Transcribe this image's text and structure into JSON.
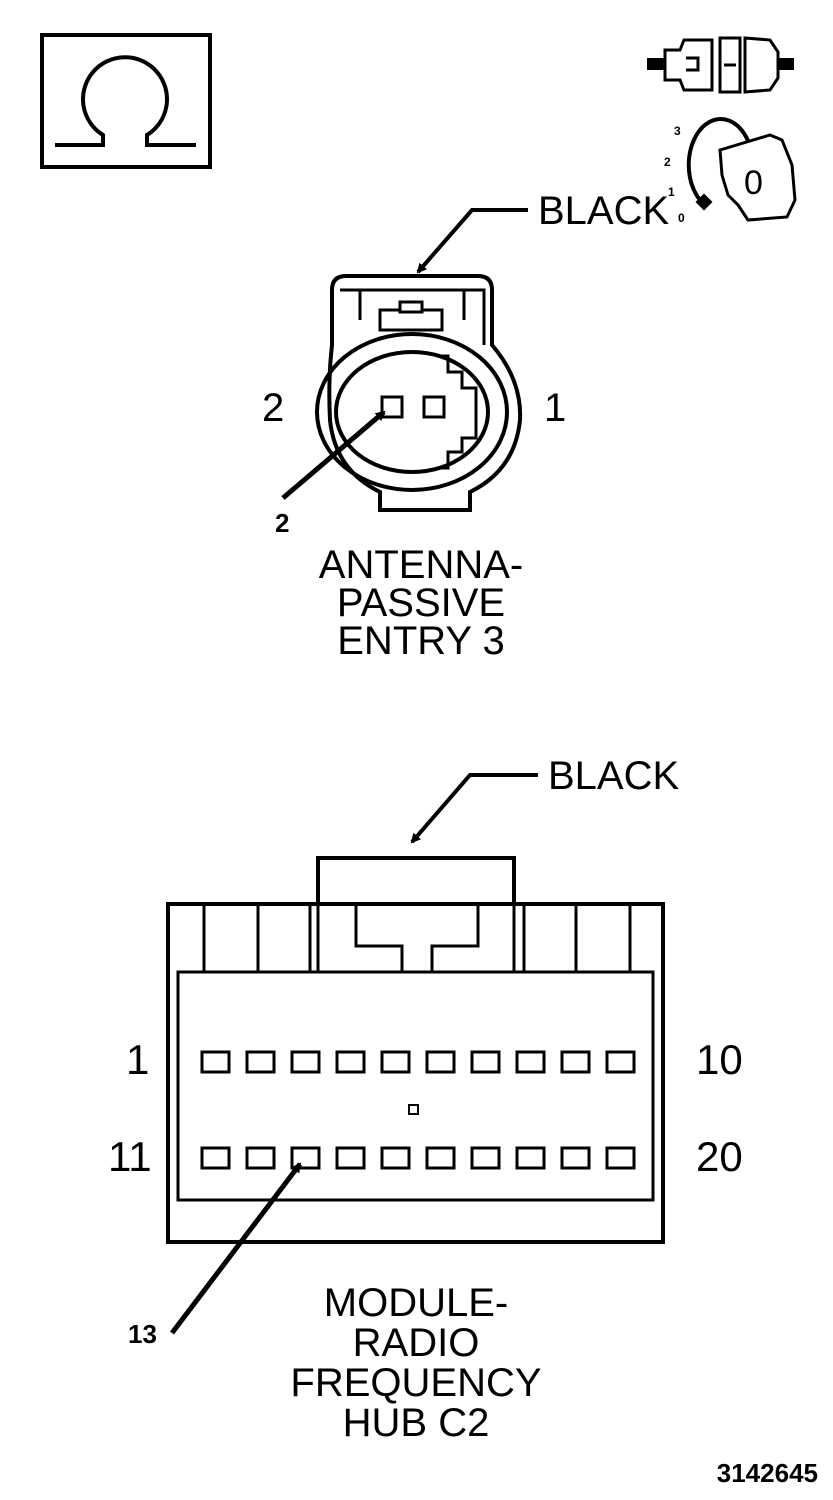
{
  "icons": {
    "ohm_symbol": "ohm-icon",
    "connector_symbol": "disconnected-connector-icon",
    "ignition_key_symbol": "ignition-key-icon",
    "key_positions": [
      "3",
      "2",
      "1",
      "0"
    ],
    "key_label": "0"
  },
  "connector_top": {
    "color_label": "BLACK",
    "pin_left": "2",
    "pin_right": "1",
    "callout_pin": "2",
    "name_lines": [
      "ANTENNA-",
      "PASSIVE",
      "ENTRY 3"
    ]
  },
  "connector_bottom": {
    "color_label": "BLACK",
    "row1_start": "1",
    "row1_end": "10",
    "row2_start": "11",
    "row2_end": "20",
    "callout_pin": "13",
    "name_lines": [
      "MODULE-",
      "RADIO",
      "FREQUENCY",
      "HUB C2"
    ]
  },
  "figure_number": "3142645"
}
